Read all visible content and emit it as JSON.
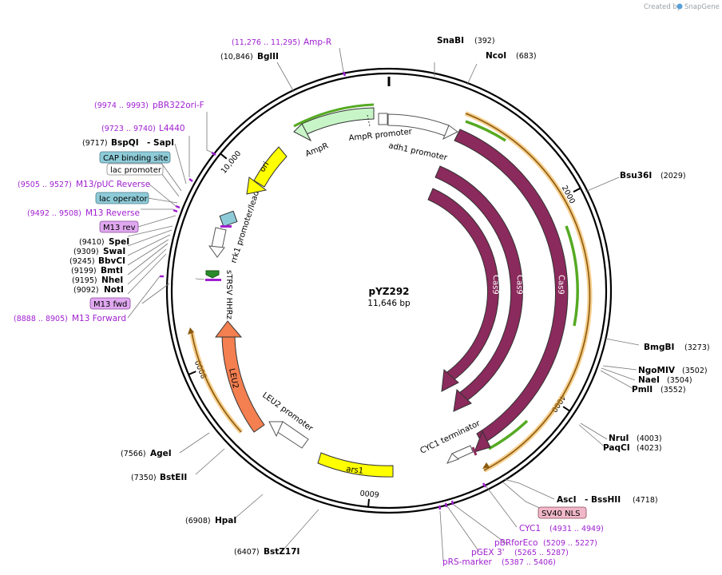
{
  "credit": {
    "prefix": "Created by",
    "brand": "SnapGene"
  },
  "plasmid": {
    "name": "pYZ292",
    "size": "11,646 bp",
    "length_bp": 11646
  },
  "ticks": [
    {
      "bp": 2000,
      "label": "2000"
    },
    {
      "bp": 4000,
      "label": "4000"
    },
    {
      "bp": 6000,
      "label": "6000"
    },
    {
      "bp": 8000,
      "label": "8000"
    },
    {
      "bp": 10000,
      "label": "10,000"
    }
  ],
  "sites": [
    {
      "id": "snabi",
      "name": "SnaBI",
      "pos": "(392)"
    },
    {
      "id": "ncoi",
      "name": "NcoI",
      "pos": "(683)"
    },
    {
      "id": "bsu36i",
      "name": "Bsu36I",
      "pos": "(2029)"
    },
    {
      "id": "bmgbi",
      "name": "BmgBI",
      "pos": "(3273)"
    },
    {
      "id": "ngomiv",
      "name": "NgoMIV",
      "pos": "(3502)"
    },
    {
      "id": "naei",
      "name": "NaeI",
      "pos": "(3504)"
    },
    {
      "id": "pmli",
      "name": "PmlI",
      "pos": "(3552)"
    },
    {
      "id": "nrui",
      "name": "NruI",
      "pos": "(4003)"
    },
    {
      "id": "paqci",
      "name": "PaqCI",
      "pos": "(4023)"
    },
    {
      "id": "asci",
      "name": "AscI",
      "pos": ""
    },
    {
      "id": "bsshii",
      "name": "- BssHII",
      "pos": "(4718)"
    },
    {
      "id": "bstz17i",
      "name": "BstZ17I",
      "pos": "(6407)"
    },
    {
      "id": "hpai",
      "name": "HpaI",
      "pos": "(6908)"
    },
    {
      "id": "bsteii",
      "name": "BstEII",
      "pos": "(7350)"
    },
    {
      "id": "agei",
      "name": "AgeI",
      "pos": "(7566)"
    },
    {
      "id": "noti",
      "name": "NotI",
      "pos": "(9092)"
    },
    {
      "id": "nhei",
      "name": "NheI",
      "pos": "(9195)"
    },
    {
      "id": "bmti",
      "name": "BmtI",
      "pos": "(9199)"
    },
    {
      "id": "bbvci",
      "name": "BbvCI",
      "pos": "(9245)"
    },
    {
      "id": "swai",
      "name": "SwaI",
      "pos": "(9309)"
    },
    {
      "id": "spei",
      "name": "SpeI",
      "pos": "(9410)"
    },
    {
      "id": "bspqi",
      "name": "BspQI",
      "pos": "(9717)"
    },
    {
      "id": "sapi",
      "name": "- SapI",
      "pos": ""
    },
    {
      "id": "bglii",
      "name": "BglII",
      "pos": "(10,846)"
    }
  ],
  "primers": [
    {
      "id": "ampr-primer",
      "name": "Amp-R",
      "range": "(11,276 .. 11,295)"
    },
    {
      "id": "pbr322ori-f",
      "name": "pBR322ori-F",
      "range": "(9974 .. 9993)"
    },
    {
      "id": "l4440",
      "name": "L4440",
      "range": "(9723 .. 9740)"
    },
    {
      "id": "m13-puc-reverse",
      "name": "M13/pUC Reverse",
      "range": "(9505 .. 9527)"
    },
    {
      "id": "m13-reverse",
      "name": "M13 Reverse",
      "range": "(9492 .. 9508)"
    },
    {
      "id": "m13-forward",
      "name": "M13 Forward",
      "range": "(8888 .. 8905)"
    },
    {
      "id": "cyc1-primer",
      "name": "CYC1",
      "range": "(4931 .. 4949)"
    },
    {
      "id": "pbrforeco",
      "name": "pBRforEco",
      "range": "(5209 .. 5227)"
    },
    {
      "id": "pgex3",
      "name": "pGEX 3'",
      "range": "(5265 .. 5287)"
    },
    {
      "id": "prs-marker",
      "name": "pRS-marker",
      "range": "(5387 .. 5406)"
    }
  ],
  "boxed_labels": {
    "cap": "CAP binding site",
    "lacpromoter": "lac promoter",
    "lacoperator": "lac operator",
    "m13rev": "M13 rev",
    "m13fwd": "M13 fwd",
    "sv40": "SV40 NLS"
  },
  "features": {
    "ampr": "AmpR",
    "ampr_promoter": "AmpR promoter",
    "adh1_promoter": "adh1 promoter",
    "ori": "ori",
    "rrk1": "rrk1 promoter/leader",
    "strsv": "sTRSV HHRz",
    "leu2": "LEU2",
    "leu2_promoter": "LEU2 promoter",
    "ars1": "ars1",
    "cyc1_terminator": "CYC1 terminator",
    "cas9": "Cas9"
  },
  "colors": {
    "cas9": "#8b2a5c",
    "ampr": "#c8f5c8",
    "ori": "#ffff00",
    "leu2": "#f47f50",
    "ars1": "#ffff00",
    "primer": "#a020d0",
    "orf_orange": "#f0a830",
    "orf_green": "#55aa22",
    "boxed_teal": "#8ecbd8",
    "boxed_purple": "#e0a8f0",
    "boxed_pink": "#f0b8c8"
  }
}
